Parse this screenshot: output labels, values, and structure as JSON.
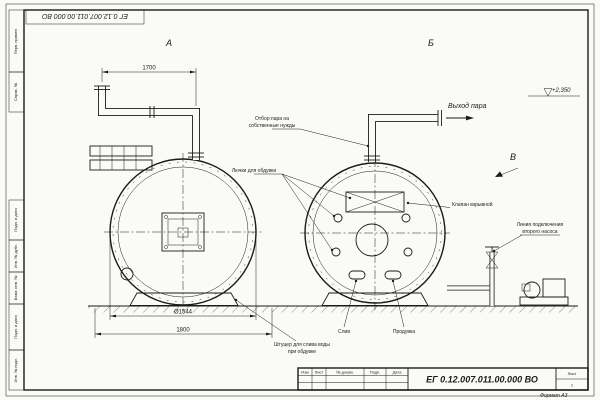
{
  "sheet": {
    "designation": "ЕГ 0.12.007.011.00.000  ВО",
    "format_label": "Формат А3",
    "sheet_label": "Лист",
    "sheet_number": "1",
    "title_headers": [
      "Изм",
      "Лист",
      "№ докум.",
      "Подп.",
      "Дата"
    ],
    "side_labels": [
      "Перв. примен.",
      "Справ. №",
      "Подп. и дата",
      "Инв. № дубл.",
      "Взам. инв. №",
      "Подп. и дата",
      "Инв. № подл."
    ]
  },
  "views": {
    "a": "А",
    "b": "Б",
    "v": "В"
  },
  "notes": {
    "steam_out": "Выход пара",
    "level": "+2,350",
    "tap1": "Отбор пара на",
    "tap2": "собственные нужды",
    "hatches": "Лючки для обдувки",
    "valve": "Клапан взрывной",
    "pump1": "Линия подключения",
    "pump2": "второго насоса",
    "drain": "Слив",
    "blowdown": "Продувка",
    "fitting1": "Штуцер для слива воды",
    "fitting2": "при обдувке"
  },
  "dims": {
    "pipe": "1700",
    "diameter": "Ø1544",
    "base": "1800"
  }
}
